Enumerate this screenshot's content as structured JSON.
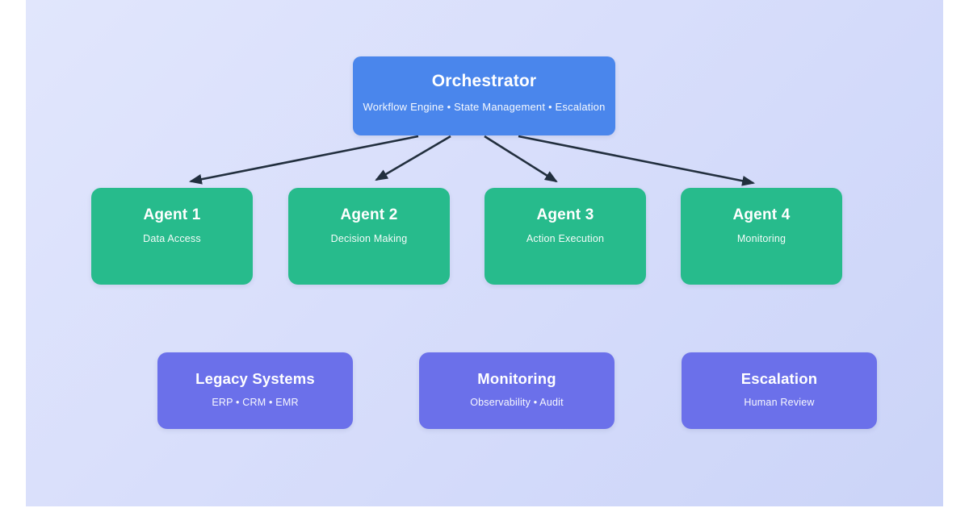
{
  "diagram": {
    "background_color": "#ffffff",
    "card_gradient_start": "#e1e6fc",
    "card_gradient_end": "#cbd4f8",
    "arrow_color": "#222f3e",
    "text_color": "#ffffff"
  },
  "orchestrator": {
    "title": "Orchestrator",
    "subtitle": "Workflow Engine • State Management • Escalation",
    "color": "#4a86ec"
  },
  "agents": [
    {
      "title": "Agent 1",
      "subtitle": "Data Access",
      "color": "#27bb8c"
    },
    {
      "title": "Agent 2",
      "subtitle": "Decision Making",
      "color": "#27bb8c"
    },
    {
      "title": "Agent 3",
      "subtitle": "Action Execution",
      "color": "#27bb8c"
    },
    {
      "title": "Agent 4",
      "subtitle": "Monitoring",
      "color": "#27bb8c"
    }
  ],
  "supporting": [
    {
      "title": "Legacy Systems",
      "subtitle": "ERP • CRM • EMR",
      "color": "#6b70ea"
    },
    {
      "title": "Monitoring",
      "subtitle": "Observability • Audit",
      "color": "#6b70ea"
    },
    {
      "title": "Escalation",
      "subtitle": "Human Review",
      "color": "#6b70ea"
    }
  ]
}
